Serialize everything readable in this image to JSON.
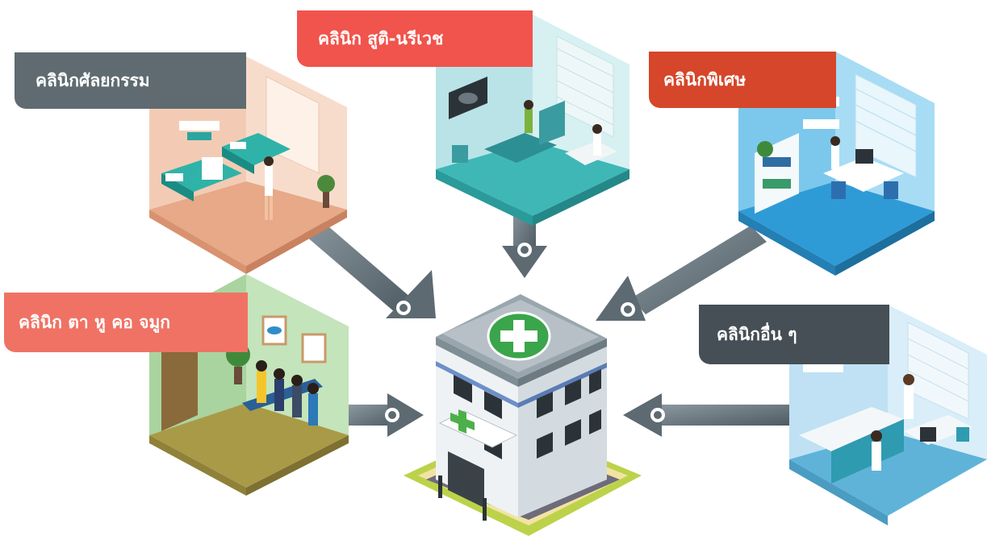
{
  "clinics": {
    "surgery": {
      "label": "คลินิกศัลยกรรม",
      "color": "#5f6b71"
    },
    "obgyn": {
      "label": "คลินิก สูติ-นรีเวช",
      "color": "#f0544c"
    },
    "special": {
      "label": "คลินิกพิเศษ",
      "color": "#d5462a"
    },
    "ent": {
      "label": "คลินิก ตา หู คอ จมูก",
      "color": "#f07264"
    },
    "other": {
      "label": "คลินิกอื่น ๆ",
      "color": "#454f55"
    }
  },
  "hospital": {
    "icon": "medical-cross-icon"
  },
  "arrow_color": "#6d7b84"
}
